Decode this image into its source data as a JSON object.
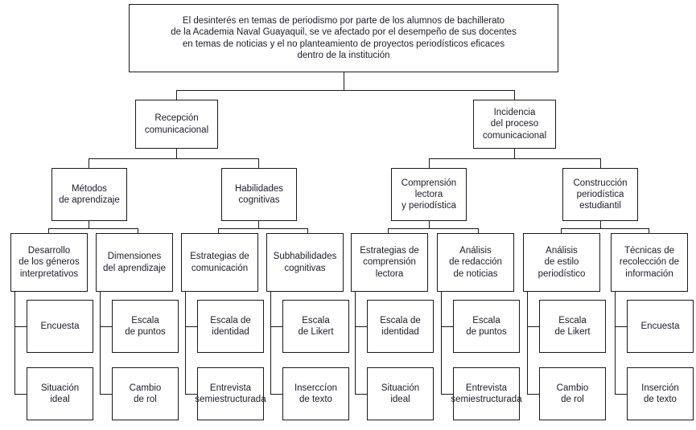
{
  "diagram": {
    "type": "hierarchical-tree-diagram",
    "language": "es",
    "colors": {
      "background": "#ffffff",
      "box_border": "#1a1a1a",
      "text": "#1b1b2a",
      "connector": "#1a1a1a"
    },
    "root": {
      "label": "El desinterés en temas de periodismo por parte de los alumnos de bachillerato\nde la Academia Naval Guayaquil, se ve afectado por el desempeño de sus docentes\nen temas de noticias y el no planteamiento de proyectos periodísticos eficaces\ndentro de la institución"
    },
    "level2": [
      {
        "label": "Recepción\ncomunicacional"
      },
      {
        "label": "Incidencia\ndel proceso\ncomunicacional"
      }
    ],
    "level3": [
      {
        "label": "Métodos\nde aprendizaje"
      },
      {
        "label": "Habilidades\ncognitivas"
      },
      {
        "label": "Comprensión\nlectora\ny periodística"
      },
      {
        "label": "Construcción\nperiodística\nestudiantil"
      }
    ],
    "level4": [
      {
        "label": "Desarrollo\nde los géneros\ninterpretativos"
      },
      {
        "label": "Dimensiones\ndel aprendizaje"
      },
      {
        "label": "Estrategias de\ncomunicación"
      },
      {
        "label": "Subhabilidades\ncognitivas"
      },
      {
        "label": "Estrategias de\ncomprensión\nlectora"
      },
      {
        "label": "Análisis\nde redacción\nde noticias"
      },
      {
        "label": "Análisis\nde estilo\nperiodístico"
      },
      {
        "label": "Técnicas de\nrecolección de\ninformación"
      }
    ],
    "leaves_row1": [
      {
        "label": "Encuesta"
      },
      {
        "label": "Escala\nde puntos"
      },
      {
        "label": "Escala de\nidentidad"
      },
      {
        "label": "Escala\nde Likert"
      },
      {
        "label": "Escala de\nidentidad"
      },
      {
        "label": "Escala\nde puntos"
      },
      {
        "label": "Escala\nde Likert"
      },
      {
        "label": "Encuesta"
      }
    ],
    "leaves_row2": [
      {
        "label": "Situación\nideal"
      },
      {
        "label": "Cambio\nde rol"
      },
      {
        "label": "Entrevista\nsemiestructurada"
      },
      {
        "label": "Inserccíon\nde texto"
      },
      {
        "label": "Situación\nideal"
      },
      {
        "label": "Entrevista\nsemiestructurada"
      },
      {
        "label": "Cambio\nde rol"
      },
      {
        "label": "Inserción\nde texto"
      }
    ]
  }
}
